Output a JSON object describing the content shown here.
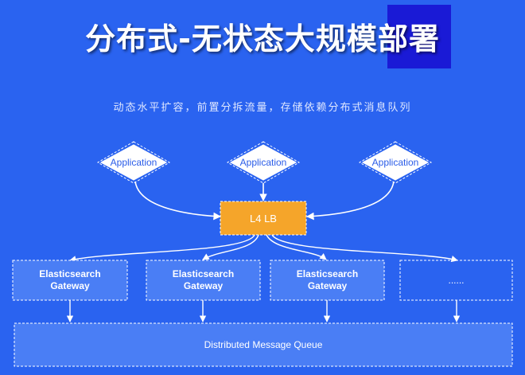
{
  "title": "分布式-无状态大规模部署",
  "subtitle": "动态水平扩容，前置分拆流量，存储依赖分布式消息队列",
  "applications": [
    "Application",
    "Application",
    "Application"
  ],
  "load_balancer": "L4 LB",
  "gateways": [
    {
      "line1": "Elasticsearch",
      "line2": "Gateway"
    },
    {
      "line1": "Elasticsearch",
      "line2": "Gateway"
    },
    {
      "line1": "Elasticsearch",
      "line2": "Gateway"
    }
  ],
  "placeholder_node": "......",
  "queue": "Distributed Message Queue",
  "colors": {
    "background": "#2a63f0",
    "title_accent": "#1a1ad6",
    "lb_fill": "#f5a52a",
    "node_fill": "#4a7ef5",
    "app_fill": "#ffffff"
  }
}
